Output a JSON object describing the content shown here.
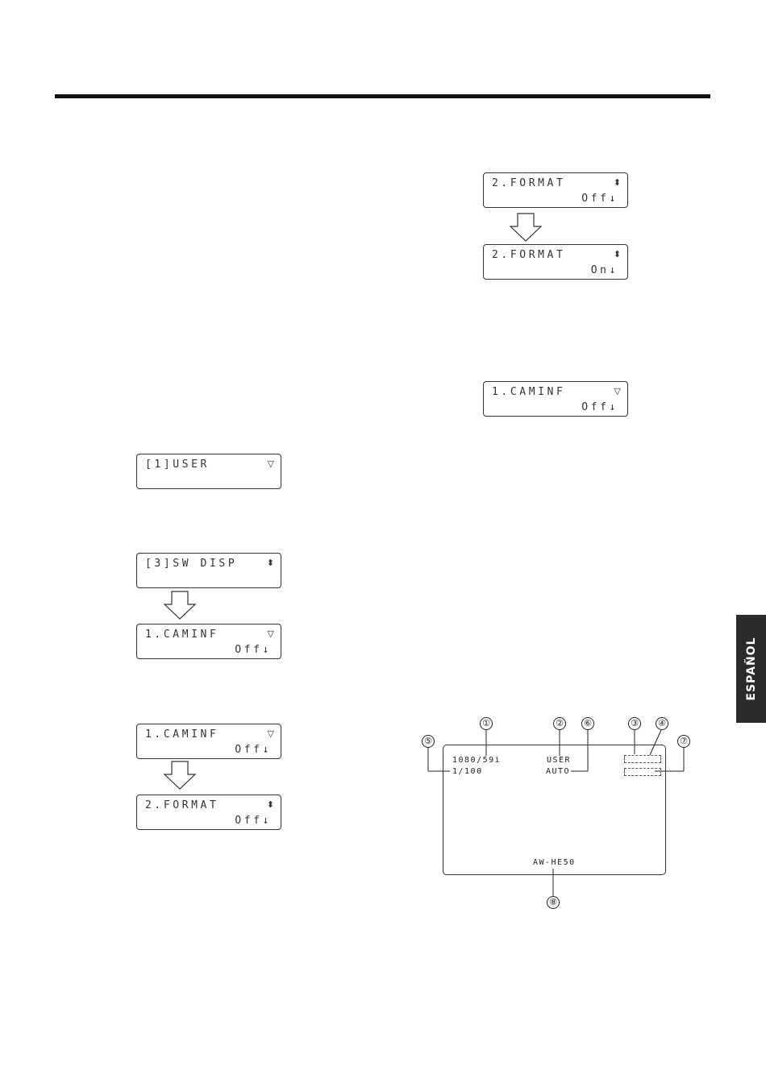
{
  "side_tab": {
    "label": "ESPAÑOL"
  },
  "lcd_right": [
    {
      "line1": "2.FORMAT",
      "line2": "Off↓",
      "icon": "up-down-icon",
      "icon_char": "⬍"
    },
    {
      "line1": "2.FORMAT",
      "line2": "On↓",
      "icon": "up-down-icon",
      "icon_char": "⬍"
    },
    {
      "line1": "1.CAMINF",
      "line2": "Off↓",
      "icon": "down-triangle-icon",
      "icon_char": "▽"
    }
  ],
  "lcd_left": [
    {
      "line1": "[1]USER",
      "line2": "",
      "icon": "down-triangle-icon",
      "icon_char": "▽"
    },
    {
      "line1": "[3]SW DISP",
      "line2": "",
      "icon": "up-down-icon",
      "icon_char": "⬍"
    },
    {
      "line1": "1.CAMINF",
      "line2": "Off↓",
      "icon": "down-triangle-icon",
      "icon_char": "▽"
    },
    {
      "line1": "1.CAMINF",
      "line2": "Off↓",
      "icon": "down-triangle-icon",
      "icon_char": "▽"
    },
    {
      "line1": "2.FORMAT",
      "line2": "Off↓",
      "icon": "up-down-icon",
      "icon_char": "⬍"
    }
  ],
  "monitor": {
    "format": "1080/59i",
    "shutter": "1/100",
    "scene": "USER",
    "mode": "AUTO",
    "model": "AW-HE50"
  },
  "callouts": [
    "①",
    "②",
    "③",
    "④",
    "⑤",
    "⑥",
    "⑦",
    "⑧"
  ]
}
